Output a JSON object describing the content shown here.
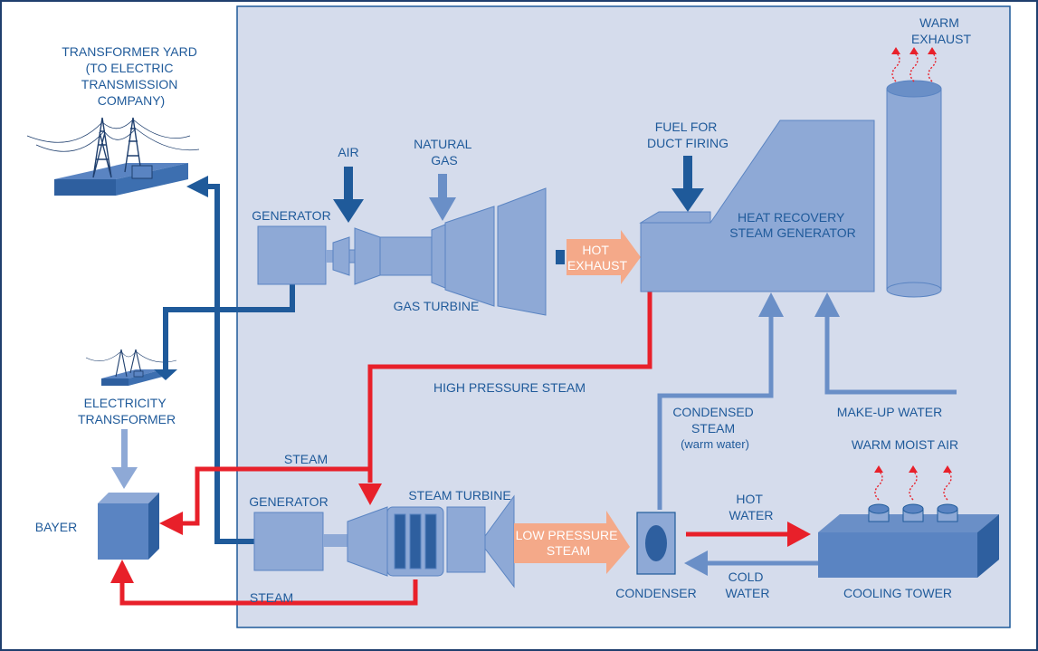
{
  "labels": {
    "transformer_yard": [
      "TRANSFORMER YARD",
      "(TO ELECTRIC",
      "TRANSMISSION",
      "COMPANY)"
    ],
    "air": "AIR",
    "natural_gas": [
      "NATURAL",
      "GAS"
    ],
    "fuel_duct_firing": [
      "FUEL FOR",
      "DUCT FIRING"
    ],
    "warm_exhaust": [
      "WARM",
      "EXHAUST"
    ],
    "generator_top": "GENERATOR",
    "gas_turbine": "GAS TURBINE",
    "hot_exhaust": [
      "HOT",
      "EXHAUST"
    ],
    "hrsg": [
      "HEAT RECOVERY",
      "STEAM GENERATOR"
    ],
    "electricity_transformer": [
      "ELECTRICITY",
      "TRANSFORMER"
    ],
    "high_pressure_steam": "HIGH PRESSURE STEAM",
    "condensed_steam": [
      "CONDENSED",
      "STEAM",
      "(warm water)"
    ],
    "makeup_water": "MAKE-UP WATER",
    "warm_moist_air": "WARM MOIST AIR",
    "steam_top": "STEAM",
    "generator_bottom": "GENERATOR",
    "steam_turbine": "STEAM TURBINE",
    "bayer": "BAYER",
    "low_pressure_steam": [
      "LOW PRESSURE",
      "STEAM"
    ],
    "hot_water": [
      "HOT",
      "WATER"
    ],
    "cold_water": [
      "COLD",
      "WATER"
    ],
    "condenser": "CONDENSER",
    "cooling_tower": "COOLING TOWER",
    "steam_bottom": "STEAM"
  },
  "colors": {
    "panel_bg": "#d5dcec",
    "equip_light": "#8ea9d6",
    "equip_dark": "#5a84c2",
    "electric_line": "#1f5a9a",
    "steam_line": "#e8202a",
    "water_line": "#6a8fc7",
    "hot_flow_arrow": "#f4a989",
    "label_text": "#1f5a9a"
  }
}
